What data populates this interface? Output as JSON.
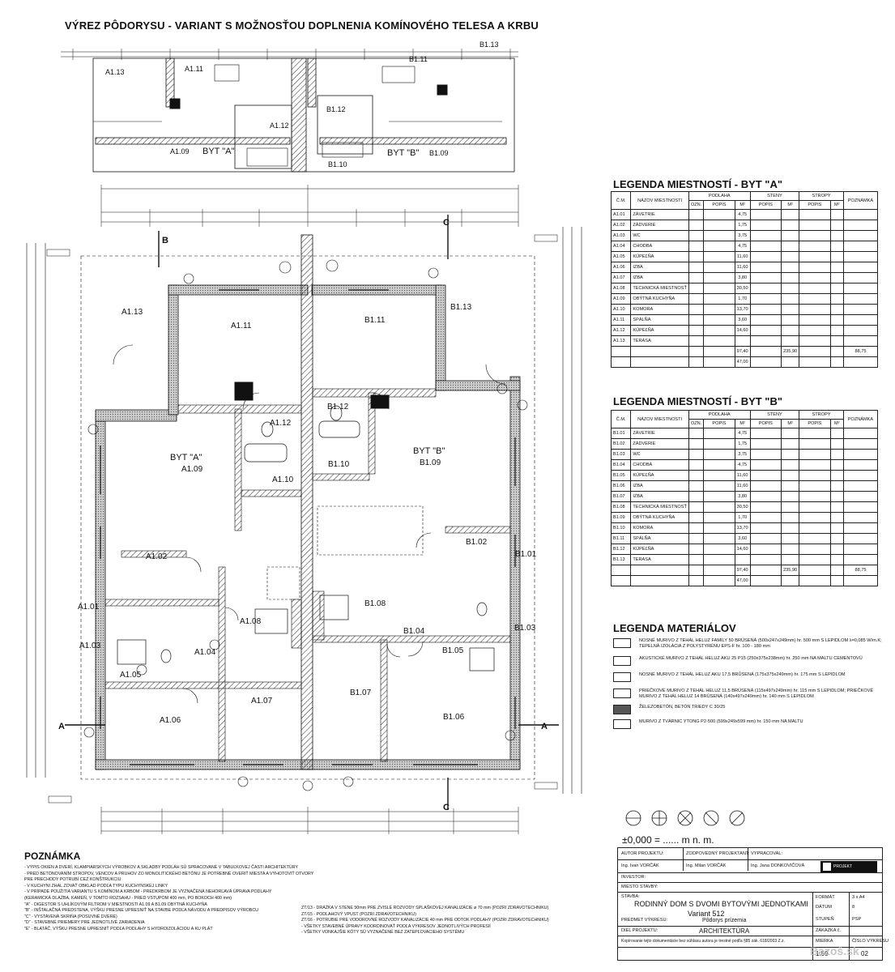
{
  "title": "VÝREZ PÔDORYSU  - VARIANT S MOŽNOSŤOU DOPLNENIA KOMÍNOVÉHO TELESA A KRBU",
  "top_rooms": [
    "A1.13",
    "A1.11",
    "A1.12",
    "A1.09",
    "BYT \"A\"",
    "B1.11",
    "B1.12",
    "B1.10",
    "BYT \"B\"",
    "B1.13",
    "B1.09"
  ],
  "main_rooms": [
    {
      "id": "A1.13"
    },
    {
      "id": "A1.11"
    },
    {
      "id": "B1.11"
    },
    {
      "id": "B1.13"
    },
    {
      "id": "A1.12"
    },
    {
      "id": "B1.12"
    },
    {
      "id": "A1.10"
    },
    {
      "id": "B1.10"
    },
    {
      "id": "BYT \"A\""
    },
    {
      "id": "A1.09"
    },
    {
      "id": "BYT \"B\""
    },
    {
      "id": "B1.09"
    },
    {
      "id": "A1.02"
    },
    {
      "id": "A1.01"
    },
    {
      "id": "A1.08"
    },
    {
      "id": "B1.08"
    },
    {
      "id": "B1.02"
    },
    {
      "id": "B1.01"
    },
    {
      "id": "A1.03"
    },
    {
      "id": "A1.04"
    },
    {
      "id": "B1.04"
    },
    {
      "id": "B1.05"
    },
    {
      "id": "B1.03"
    },
    {
      "id": "A1.05"
    },
    {
      "id": "A1.06"
    },
    {
      "id": "A1.07"
    },
    {
      "id": "B1.07"
    },
    {
      "id": "B1.06"
    }
  ],
  "section_marks": [
    "A",
    "B",
    "C"
  ],
  "legend_a": {
    "title": "LEGENDA MIESTNOSTÍ - BYT \"A\"",
    "headers": [
      "Č.M.",
      "NÁZOV MIESTNOSTI",
      "PODLAHA",
      "STENY",
      "STROPY",
      "POZNÁMKA"
    ],
    "subheaders": [
      "OZN.",
      "POPIS",
      "M²",
      "POPIS",
      "M²",
      "POPIS",
      "M²"
    ],
    "rows": [
      [
        "A1.01",
        "ZÁVETRIE"
      ],
      [
        "A1.02",
        "ZÁDVERIE"
      ],
      [
        "A1.03",
        "WC"
      ],
      [
        "A1.04",
        "CHODBA"
      ],
      [
        "A1.05",
        "KÚPEĽŇA"
      ],
      [
        "A1.06",
        "IZBA"
      ],
      [
        "A1.07",
        "IZBA"
      ],
      [
        "A1.08",
        "TECHNICKÁ MIESTNOSŤ"
      ],
      [
        "A1.09",
        "OBÝTNÁ KUCHYŇA"
      ],
      [
        "A1.10",
        "KOMORA"
      ],
      [
        "A1.11",
        "SPÁLŇA"
      ],
      [
        "A1.12",
        "KÚPEĽŇA"
      ],
      [
        "A1.13",
        "TERASA"
      ]
    ],
    "area_values": [
      "4,75",
      "1,75",
      "3,75",
      "4,75",
      "11,60",
      "11,60",
      "3,80",
      "30,50",
      "1,70",
      "13,70",
      "3,60",
      "14,60"
    ],
    "total": "97,40",
    "total2": "47,00",
    "walls_total": "235,90",
    "ceil_total": "88,75"
  },
  "legend_b": {
    "title": "LEGENDA MIESTNOSTÍ - BYT \"B\"",
    "headers": [
      "Č.M.",
      "NÁZOV MIESTNOSTI",
      "PODLAHA",
      "STENY",
      "STROPY",
      "POZNÁMKA"
    ],
    "subheaders": [
      "OZN.",
      "POPIS",
      "M²",
      "POPIS",
      "M²",
      "POPIS",
      "M²"
    ],
    "rows": [
      [
        "B1.01",
        "ZÁVETRIE"
      ],
      [
        "B1.02",
        "ZÁDVERIE"
      ],
      [
        "B1.03",
        "WC"
      ],
      [
        "B1.04",
        "CHODBA"
      ],
      [
        "B1.05",
        "KÚPEĽŇA"
      ],
      [
        "B1.06",
        "IZBA"
      ],
      [
        "B1.07",
        "IZBA"
      ],
      [
        "B1.08",
        "TECHNICKÁ MIESTNOSŤ"
      ],
      [
        "B1.09",
        "OBÝTNÁ KUCHYŇA"
      ],
      [
        "B1.10",
        "KOMORA"
      ],
      [
        "B1.11",
        "SPÁLŇA"
      ],
      [
        "B1.12",
        "KÚPEĽŇA"
      ],
      [
        "B1.13",
        "TERASA"
      ]
    ],
    "area_values": [
      "4,75",
      "1,75",
      "3,75",
      "4,75",
      "11,60",
      "11,60",
      "3,80",
      "30,50",
      "1,70",
      "13,70",
      "3,60",
      "14,60"
    ],
    "total": "97,40",
    "total2": "47,00",
    "walls_total": "235,90",
    "ceil_total": "88,75"
  },
  "materials": {
    "title": "LEGENDA MATERIÁLOV",
    "items": [
      "NOSNÉ MURIVO Z TEHÁL HELUZ FAMILY 50 BRÚSENÁ (500x247x249mm) hr. 500 mm S LEPIDLOM λ=0,085 W/m.K; TEPELNÁ IZOLÁCIA Z POLYSTYRÉNU EPS-F hr. 100 - 180 mm",
      "AKUSTICKÉ MURIVO Z TEHÁL HELUZ AKU 25 P15 (250x375x238mm) hr. 250 mm NA MALTU CEMENTOVÚ",
      "NOSNÉ MURIVO Z TEHÁL HELUZ AKU 17,5 BRÚSENÁ (175x375x249mm) hr. 175 mm S LEPIDLOM",
      "PRIEČKOVÉ MURIVO Z TEHÁL HELUZ 11,5 BRÚSENÁ (115x497x249mm) hr. 115 mm S LEPIDLOM; PRIEČKOVÉ MURIVO Z TEHÁL HELUZ 14 BRÚSENÁ (140x497x249mm) hr. 140 mm S LEPIDLOM",
      "ŽELEZOBETÓN, BETÓN TRIEDY C 30/25",
      "MURIVO Z TVÁRNIC YTONG P2-500 (599x249x599 mm) hr. 150 mm NA MALTU"
    ]
  },
  "notes": {
    "title": "POZNÁMKA",
    "left": [
      "- VÝPIS OKIEN A DVERÍ, KLAMPIARSKYCH VÝROBKOV A SKLADBY PODLÁH SÚ SPRACOVANÉ V TABUĽKOVEJ ČASTI ARCHITEKTÚRY",
      "- PRED BETÓNOVANÍM STROPOV, VENCOV A PRUHOV ZO MONOLITICKÉHO BETÓNU JE POTREBNÉ OVERIŤ MIESTA A VYHOTOVIŤ OTVORY",
      "  PRE PRECHODY POTRUBÍ CEZ KONŠTRUKCIU",
      "- V KUCHYNI ZHAL ZOVAŤ OBKLAD PODĽA TYPU KUCHYNSKEJ LINKY",
      "- V PRÍPADE POUŽITIA VARIANTU S KOMÍNOM A KRBOM - PREDKRBOM JE VYZNAČENÁ NEHORĽAVÁ ÚPRAVA PODLAHY",
      "  (KERAMICKÁ DLAŽBA, KAMEŇ, V TOMTO ROZSAHU - PRED VSTUPOM 400 mm, PO BOKOCH 400 mm)",
      "\"A\" - DIGESTOR S UHLÍKOVÝM FILTROM V MIESTNOSTI A1.09 A B1.09 OBÝTNÁ KUCHYŇA",
      "\"B\" - INŠTALAČNÁ PREDSTENA, VÝŠKU PRESNE UPRESNIŤ NA STAVBE PODĽA NÁVODU A PREDPISOV VÝROBCU",
      "\"C\" - VYSTAVENÁ SKRIŇA (POSUVNÉ DVERE)",
      "\"D\" - STAVEBNÉ PRIEMERY PRE JEDNOTLIVÉ ZARIADENIA",
      "\"E\" - BLATÁČ, VÝŠKU PRESNE UPRESNIŤ PODĽA PODLAHY S HYDROIZOLÁCIOU A KU PLÁT"
    ],
    "right": [
      "ZT/13 - DRÁŽKA V STENE 50mm PRE ZVISLÉ ROZVODY SPLAŠKOVEJ KANALIZÁCIE ø 70 mm (POZRI ZDRAVOTECHNIKU)",
      "ZT/15 - PODLAHOVÝ VPUST (POZRI ZDRAVOTECHNIKU)",
      "ZT/16 - POTRUBIE PRE VODOROVNÉ ROZVODY KANALIZÁCIE 40 mm PRE ODTOK PODLAHY (POZRI ZDRAVOTECHNIKU)",
      "- VŠETKY STAVEBNÉ ÚPRAVY KOORDINOVAŤ PODĽA VÝKRESOV JEDNOTLIVÝCH PROFESIÍ",
      "- VŠETKY VONKAJŠIE KÓTY SÚ VYZNAČENÉ BEZ ZATEPĽOVACIEHO SYSTÉMU"
    ]
  },
  "level": "±0,000 = ...... m n. m.",
  "stamp": {
    "author_label": "AUTOR PROJEKTU:",
    "author": "Ing. Ivan VORČÁK",
    "resp_label": "ZODPOVEDNÝ PROJEKTANT:",
    "resp": "Ing. Milan VORČÁK",
    "drawn_label": "VYPRACOVAL:",
    "drawn": "Ing. Jana DONKOVIČOVÁ",
    "logo": "PROJEKT",
    "investor_label": "INVESTOR:",
    "place_label": "MIESTO STAVBY:",
    "project_label": "STAVBA:",
    "project": "RODINNÝ DOM S DVOMI BYTOVÝMI JEDNOTKAMI",
    "variant": "Variant 512",
    "subject_label": "PREDMET VÝKRESU:",
    "subject": "Pôdorys prízemia",
    "part_label": "DIEL PROJEKTU:",
    "part": "ARCHITEKTÚRA",
    "format_label": "FORMÁT",
    "format": "3 x A4",
    "date_label": "DÁTUM",
    "date": "8",
    "stage_label": "STUPEŇ",
    "stage": "PSP",
    "order_label": "ZÁKAZKA č.",
    "scale_label": "MIERKA",
    "scale": "1:50",
    "sheet_label": "ČÍSLO VÝKRESU",
    "sheet": "02",
    "copyright": "Kopírovanie tejto dokumentácie bez súhlasu autora je trestné podľa §85 zák. 618/2003 Z.z."
  },
  "watermark": "Bazoš.sk"
}
